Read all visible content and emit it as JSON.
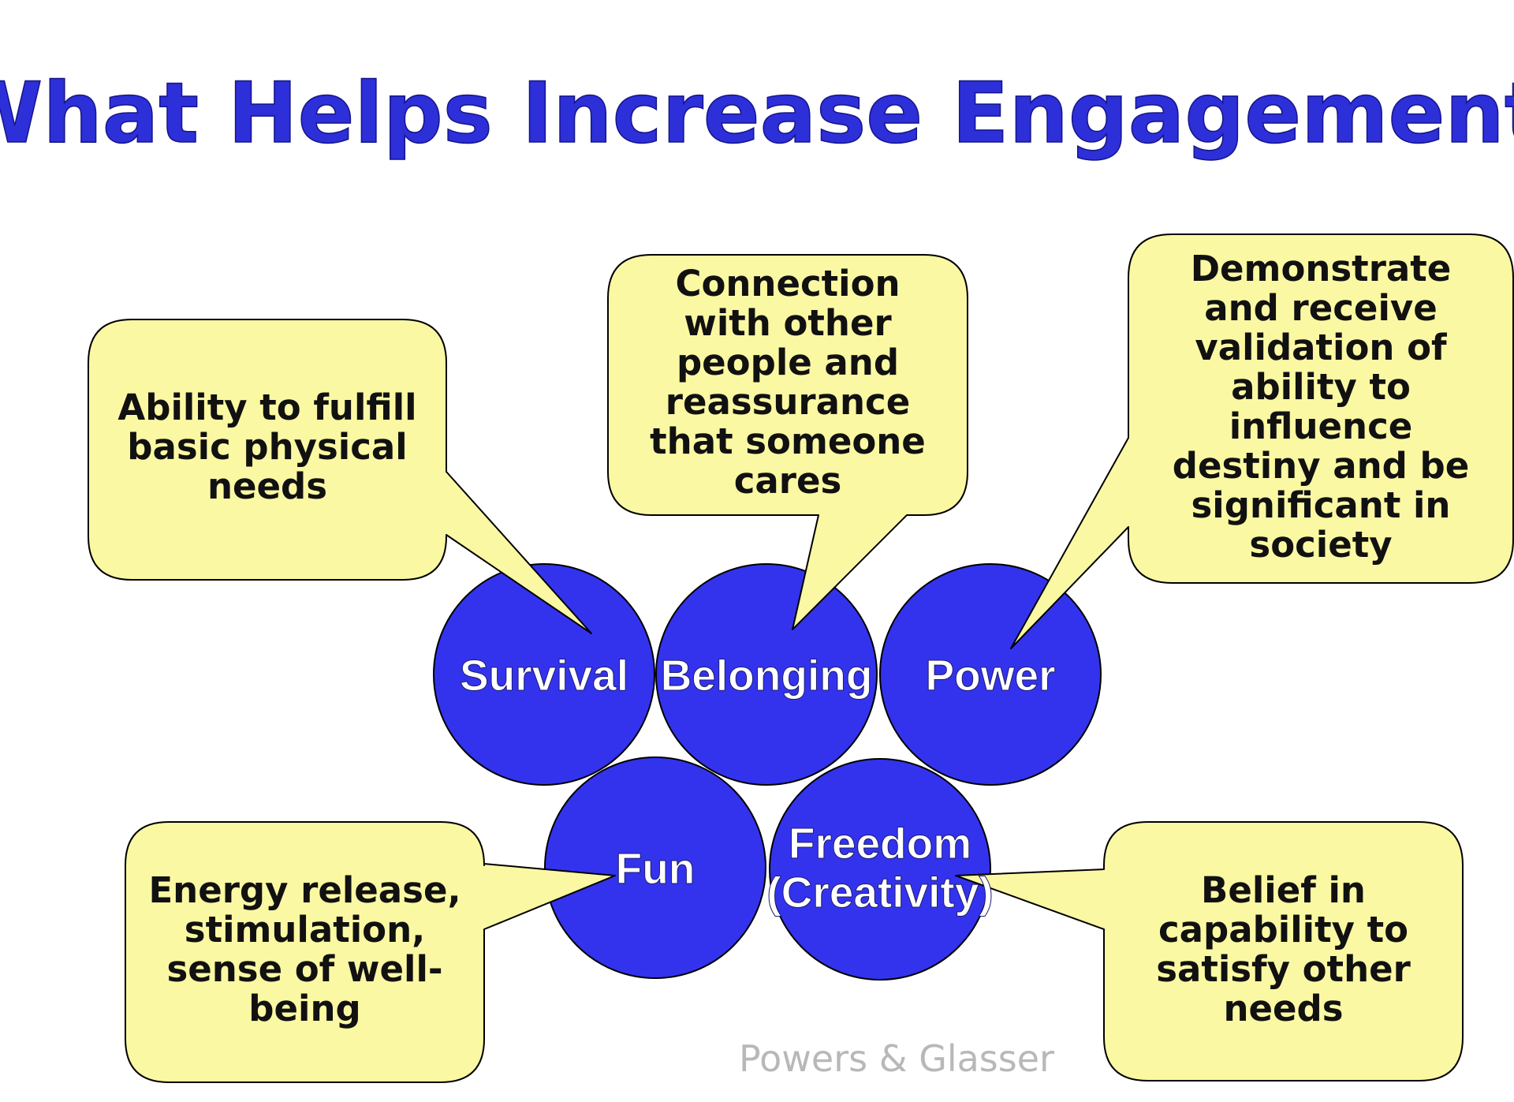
{
  "title": "What Helps Increase Engagement",
  "credit": "Powers & Glasser",
  "colors": {
    "title": "#2d2fd8",
    "circle_fill": "#3333ee",
    "callout_fill": "#fbf8a3",
    "outline": "#000000"
  },
  "needs": [
    {
      "id": "survival",
      "label_lines": [
        "Survival"
      ],
      "callout_lines": [
        "Ability to fulfill",
        "basic physical",
        "needs"
      ]
    },
    {
      "id": "belonging",
      "label_lines": [
        "Belonging"
      ],
      "callout_lines": [
        "Connection",
        "with other",
        "people and",
        "reassurance",
        "that someone",
        "cares"
      ]
    },
    {
      "id": "power",
      "label_lines": [
        "Power"
      ],
      "callout_lines": [
        "Demonstrate",
        "and receive",
        "validation of",
        "ability to",
        "influence",
        "destiny and be",
        "significant in",
        "society"
      ]
    },
    {
      "id": "fun",
      "label_lines": [
        "Fun"
      ],
      "callout_lines": [
        "Energy release,",
        "stimulation,",
        "sense of well-",
        "being"
      ]
    },
    {
      "id": "freedom",
      "label_lines": [
        "Freedom",
        "(Creativity)"
      ],
      "callout_lines": [
        "Belief in",
        "capability to",
        "satisfy other",
        "needs"
      ]
    }
  ]
}
